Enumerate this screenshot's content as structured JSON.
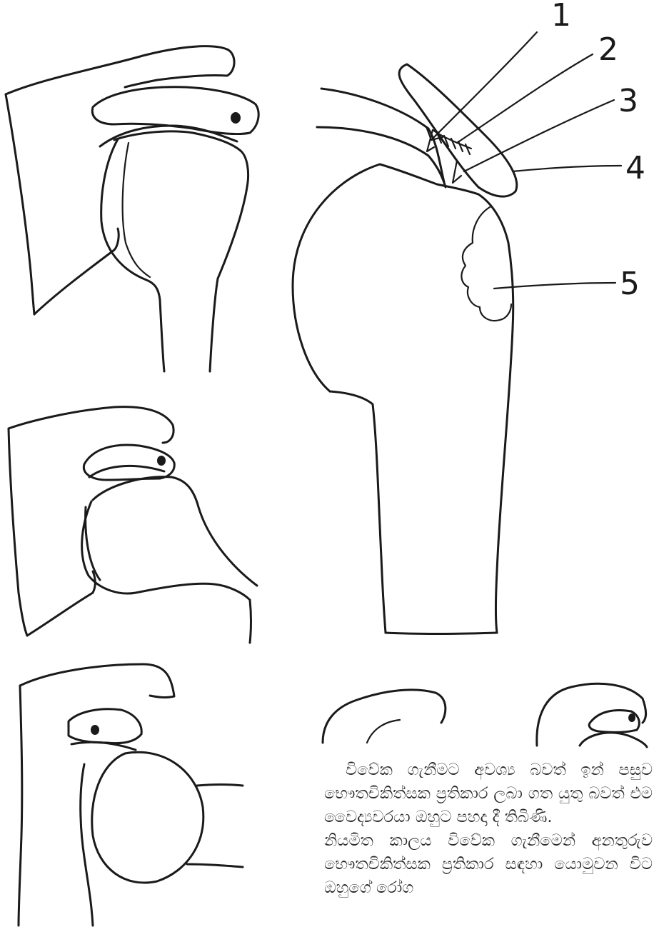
{
  "figure": {
    "callouts": [
      "1",
      "2",
      "3",
      "4",
      "5"
    ]
  },
  "caption": {
    "paragraph_1": "විවේක ගැනීමට අවශ්‍ය බවත් ඉන් පසුව භෞතචිකිත්සක ප්‍රතිකාර ලබා ගත යුතු බවත් එම වෛද්‍යවරයා ඔහුට පහදා දී තිබිණි.",
    "paragraph_2": "නියමිත කාලය විවේක ගැනීමෙන් අනතුරුව භෞතචිකිත්සක ප්‍රතිකාර සඳහා යොමුවන විට ඔහුගේ රෝග"
  },
  "colors": {
    "ink": "#1a1a1a",
    "paper": "#ffffff"
  }
}
